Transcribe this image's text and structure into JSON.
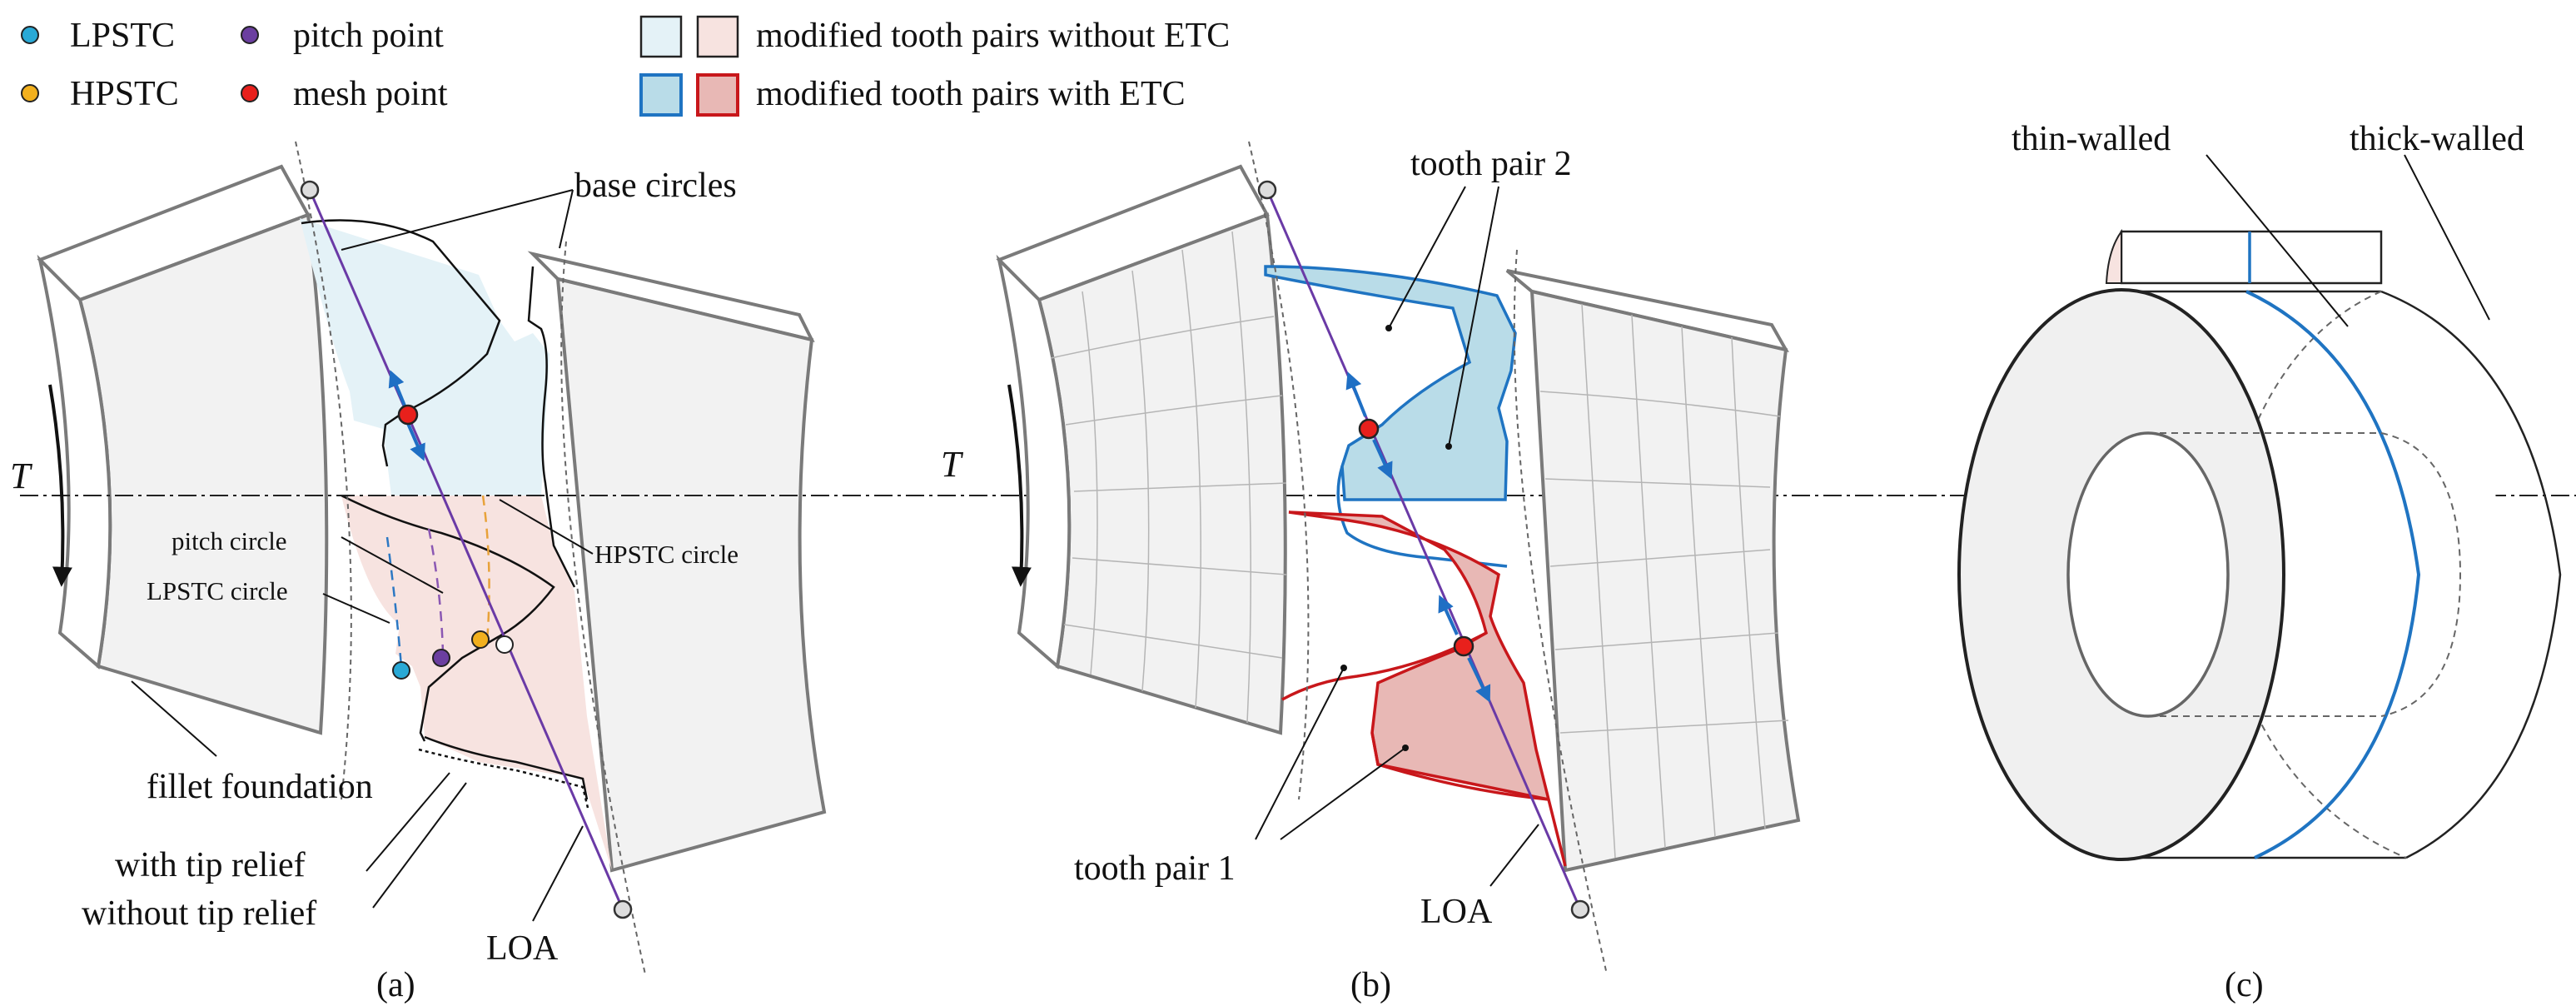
{
  "legend": {
    "lpstc": "LPSTC",
    "hpstc": "HPSTC",
    "pitch_point": "pitch point",
    "mesh_point": "mesh point",
    "without_etc": "modified tooth pairs without ETC",
    "with_etc": "modified tooth pairs with ETC"
  },
  "panel_a": {
    "base_circles": "base circles",
    "torque": "T",
    "pitch_circle": "pitch circle",
    "lpstc_circle": "LPSTC circle",
    "hpstc_circle": "HPSTC circle",
    "fillet_foundation": "fillet foundation",
    "with_tip_relief_1": "with tip",
    "with_tip_relief_2": "relief",
    "without_tip_relief": "without tip relief",
    "loa": "LOA",
    "caption": "(a)"
  },
  "panel_b": {
    "tooth_pair_2": "tooth pair 2",
    "tooth_pair_1": "tooth pair 1",
    "torque": "T",
    "loa": "LOA",
    "caption": "(b)"
  },
  "panel_c": {
    "thin_walled": "thin-walled",
    "thick_walled": "thick-walled",
    "caption": "(c)"
  },
  "colors": {
    "lpstc": "#29a9d6",
    "hpstc": "#f2b01e",
    "pitch_point": "#6b3fa0",
    "mesh_point": "#e8201c",
    "fill_blue_light": "#e4f2f7",
    "fill_red_light": "#f7e3e0",
    "fill_blue": "#b9dce8",
    "fill_red": "#e8b8b5",
    "stroke_blue": "#1f74c2",
    "stroke_red": "#c8171b",
    "loa_line": "#6a3aa6",
    "force_arrow": "#1f6fc4"
  }
}
